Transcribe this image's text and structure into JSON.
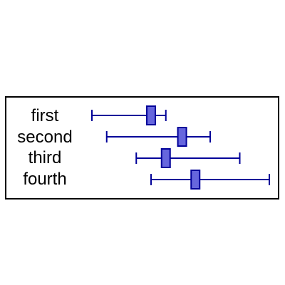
{
  "chart_data": {
    "type": "box",
    "orientation": "horizontal",
    "categories": [
      "first",
      "second",
      "third",
      "fourth"
    ],
    "series": [
      {
        "category": "first",
        "min": 0.0,
        "q1": 0.37,
        "q3": 0.43,
        "max": 0.5
      },
      {
        "category": "second",
        "min": 0.1,
        "q1": 0.58,
        "q3": 0.64,
        "max": 0.8
      },
      {
        "category": "third",
        "min": 0.3,
        "q1": 0.47,
        "q3": 0.53,
        "max": 1.0
      },
      {
        "category": "fourth",
        "min": 0.4,
        "q1": 0.67,
        "q3": 0.73,
        "max": 1.2
      }
    ],
    "xlim": [
      0.0,
      1.2
    ],
    "title": "",
    "xlabel": "",
    "ylabel": "",
    "grid": false,
    "legend": "none",
    "colors": {
      "line": "#000099",
      "box_fill": "#6666dd",
      "frame": "#000000",
      "text": "#000000"
    }
  }
}
